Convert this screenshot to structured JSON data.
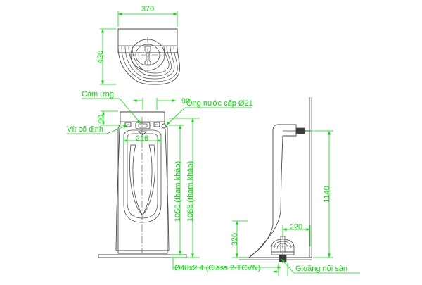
{
  "drawing": {
    "title": "Urinal installation drawing",
    "views": [
      {
        "name": "top-view",
        "label": ""
      },
      {
        "name": "front-view",
        "label": ""
      },
      {
        "name": "side-view",
        "label": ""
      }
    ],
    "colors": {
      "dimension": "#00e000",
      "outline": "#404040",
      "background": "#ffffff"
    }
  },
  "dimensions": {
    "top_width": "370",
    "top_depth": "420",
    "sensor_offset_left": "90",
    "screw_offset_top": "90",
    "bowl_width": "216",
    "height_ref_1": "1050 (tham khảo)",
    "height_ref_2": "1086 (tham khảo)",
    "side_total_height": "1140",
    "side_lower_height": "320",
    "side_drain_offset": "220"
  },
  "labels": {
    "sensor": "Cảm ứng",
    "fixing_screw": "Vít cố định",
    "water_supply": "Ống nước cấp Ø21",
    "drain_pipe": "Ø48x2.4 (Class 2-TCVN)",
    "floor_gasket": "Gioăng nối sàn"
  }
}
